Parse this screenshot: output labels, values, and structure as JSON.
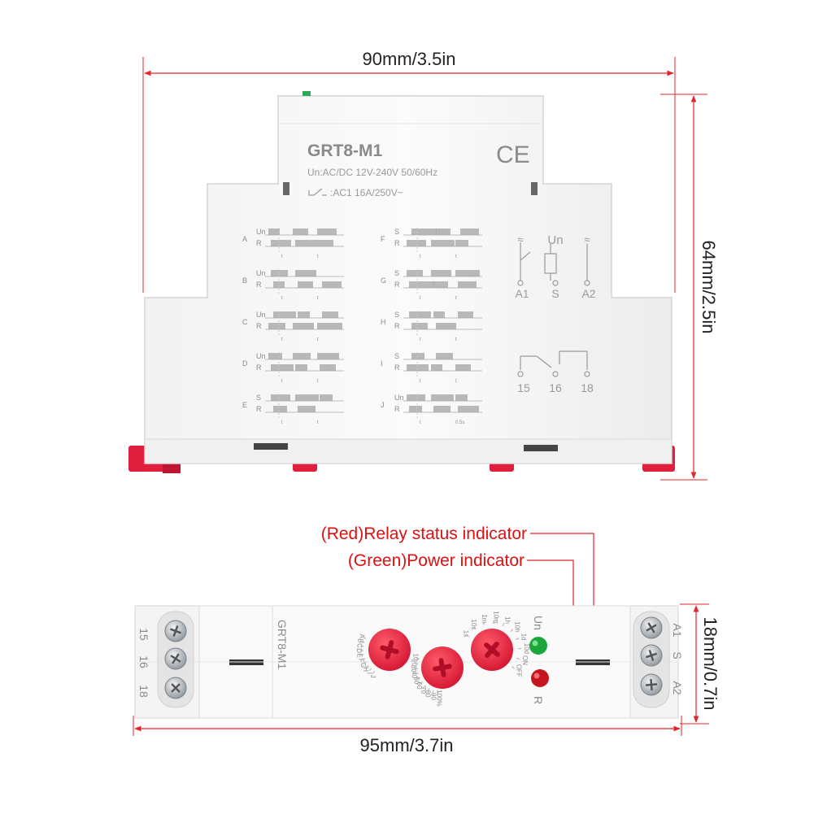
{
  "dimensions": {
    "top_width": "90mm/3.5in",
    "top_height": "64mm/2.5in",
    "bottom_width": "95mm/3.7in",
    "bottom_height": "18mm/0.7in"
  },
  "front_label": {
    "model": "GRT8-M1",
    "ce_mark": "CE",
    "supply": "Un:AC/DC 12V-240V 50/60Hz",
    "contact": ":AC1 16A/250V~"
  },
  "timing_modes_left": [
    "A",
    "B",
    "C",
    "D",
    "E"
  ],
  "timing_modes_right": [
    "F",
    "G",
    "H",
    "I",
    "J"
  ],
  "timing_rows_left": [
    [
      "Un",
      "R"
    ],
    [
      "Un",
      "R"
    ],
    [
      "Un",
      "R"
    ],
    [
      "Un",
      "R"
    ],
    [
      "S",
      "R"
    ]
  ],
  "timing_rows_right": [
    [
      "S",
      "R"
    ],
    [
      "S",
      "R"
    ],
    [
      "S",
      "R"
    ],
    [
      "S",
      "R"
    ],
    [
      "Un",
      "R"
    ]
  ],
  "time_mark": "t",
  "pulse_mark": "0.5s",
  "wiring": {
    "supply_label": "Un",
    "ac_symbol": "≈",
    "control_terminals": [
      "A1",
      "S",
      "A2"
    ],
    "output_terminals": [
      "15",
      "16",
      "18"
    ]
  },
  "callouts": {
    "relay_status": "(Red)Relay status indicator",
    "power": "(Green)Power indicator"
  },
  "top_view": {
    "model": "GRT8-M1",
    "left_terminals": [
      "15",
      "16",
      "18"
    ],
    "right_terminals": [
      "A1",
      "S",
      "A2"
    ],
    "led_power_label": "Un",
    "led_relay_label": "R",
    "function_dial": [
      "A",
      "B",
      "C",
      "D",
      "E",
      "F",
      "G",
      "H",
      "I",
      "J"
    ],
    "percent_dial": [
      "10",
      "20",
      "30",
      "40",
      "50",
      "60",
      "70",
      "80",
      "90",
      "100%"
    ],
    "range_dial": [
      "1s",
      "10s",
      "1m",
      "10m",
      "1h",
      "10h",
      "1d",
      "10d",
      "ON",
      "OFF"
    ]
  },
  "colors": {
    "dimension_line": "#e0262d",
    "callout_text": "#d11111",
    "knob_red": "#e5203a",
    "led_green": "#1aa63a",
    "led_red": "#c8141e",
    "din_clip": "#e01f3d"
  }
}
